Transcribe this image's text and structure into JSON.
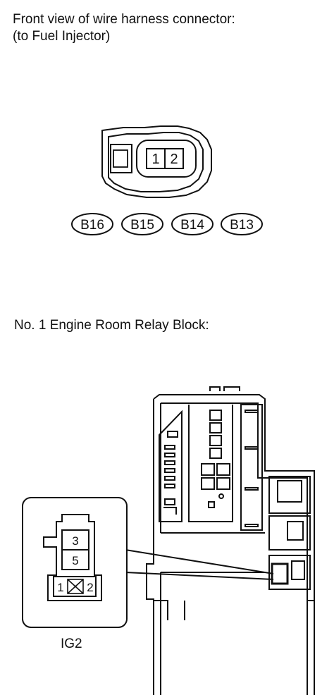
{
  "section_injector": {
    "title_line1": "Front view of wire harness connector:",
    "title_line2": "(to Fuel Injector)",
    "pins": [
      "1",
      "2"
    ],
    "connector_codes": [
      "B16",
      "B15",
      "B14",
      "B13"
    ]
  },
  "section_relay": {
    "title": "No. 1 Engine Room Relay Block:",
    "ig2_pins": {
      "top": "3",
      "middle": "5",
      "bottom_left": "1",
      "bottom_right": "2"
    },
    "ig2_label": "IG2"
  }
}
